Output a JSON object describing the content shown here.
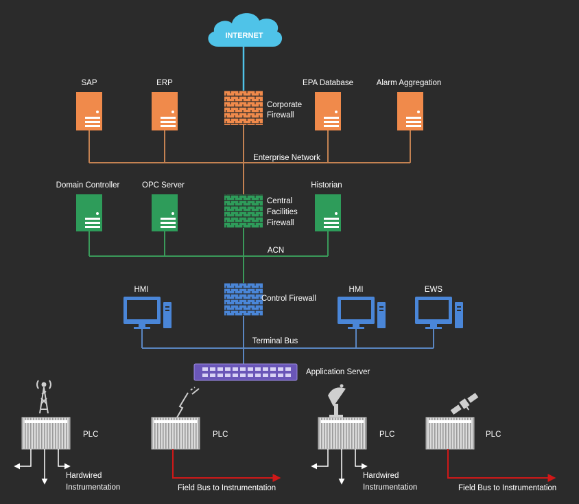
{
  "internet": {
    "label": "INTERNET"
  },
  "enterprise": {
    "servers": [
      {
        "label": "SAP"
      },
      {
        "label": "ERP"
      },
      {
        "label": "EPA Database"
      },
      {
        "label": "Alarm Aggregation"
      }
    ],
    "firewall_label_line1": "Corporate",
    "firewall_label_line2": "Firewall",
    "network_label": "Enterprise Network"
  },
  "acn": {
    "servers": [
      {
        "label": "Domain Controller"
      },
      {
        "label": "OPC Server"
      },
      {
        "label": "Historian"
      }
    ],
    "firewall_label_line1": "Central",
    "firewall_label_line2": "Facilities",
    "firewall_label_line3": "Firewall",
    "network_label": "ACN"
  },
  "control": {
    "firewall_label": "Control Firewall",
    "workstations": [
      {
        "label": "HMI"
      },
      {
        "label": "HMI"
      },
      {
        "label": "EWS"
      }
    ],
    "bus_label": "Terminal Bus"
  },
  "application_server": {
    "label": "Application Server"
  },
  "plcs": [
    {
      "label": "PLC",
      "comm_icon": "radio-tower-icon",
      "output_line1": "Hardwired",
      "output_line2": "Instrumentation"
    },
    {
      "label": "PLC",
      "comm_icon": "wireless-signal-icon",
      "output_line1": "Field Bus to Instrumentation"
    },
    {
      "label": "PLC",
      "comm_icon": "satellite-dish-icon",
      "output_line1": "Hardwired",
      "output_line2": "Instrumentation"
    },
    {
      "label": "PLC",
      "comm_icon": "satellite-icon",
      "output_line1": "Field Bus to Instrumentation"
    }
  ],
  "colors": {
    "background": "#2b2b2b",
    "enterprise": "#f08a4b",
    "enterprise_line": "#c48252",
    "acn": "#2e9c5a",
    "acn_line": "#3a9a5a",
    "control": "#4a86d8",
    "control_line": "#5a86c2",
    "cloud": "#4fc3e8",
    "fieldbus": "#d01818",
    "plc_body": "#dcdcdc"
  }
}
